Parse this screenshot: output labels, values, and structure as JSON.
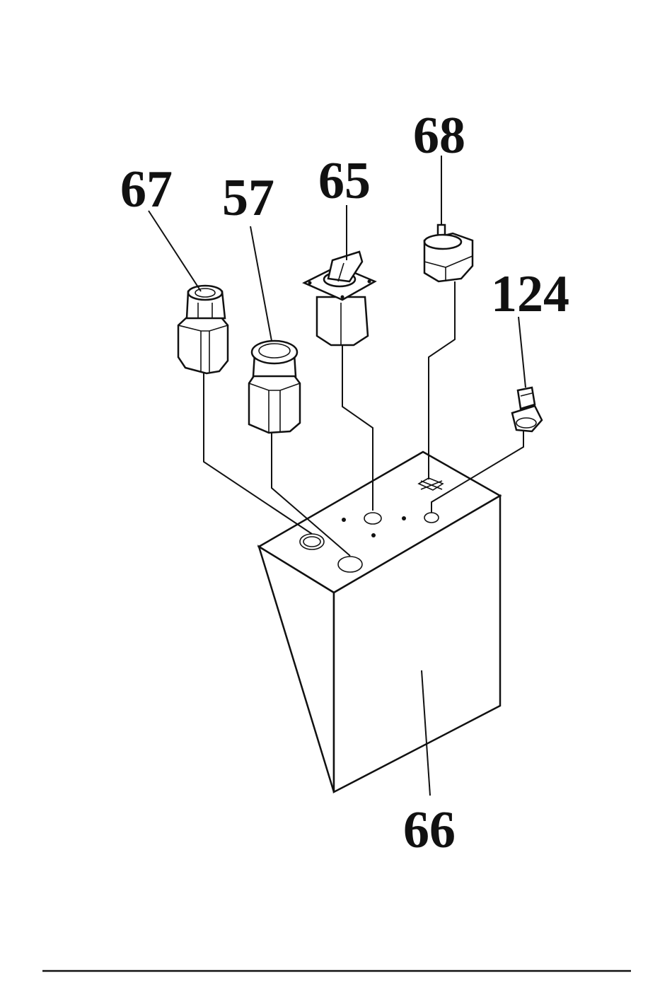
{
  "labels": {
    "part_67": "67",
    "part_57": "57",
    "part_65": "65",
    "part_68": "68",
    "part_124": "124",
    "part_66": "66"
  }
}
